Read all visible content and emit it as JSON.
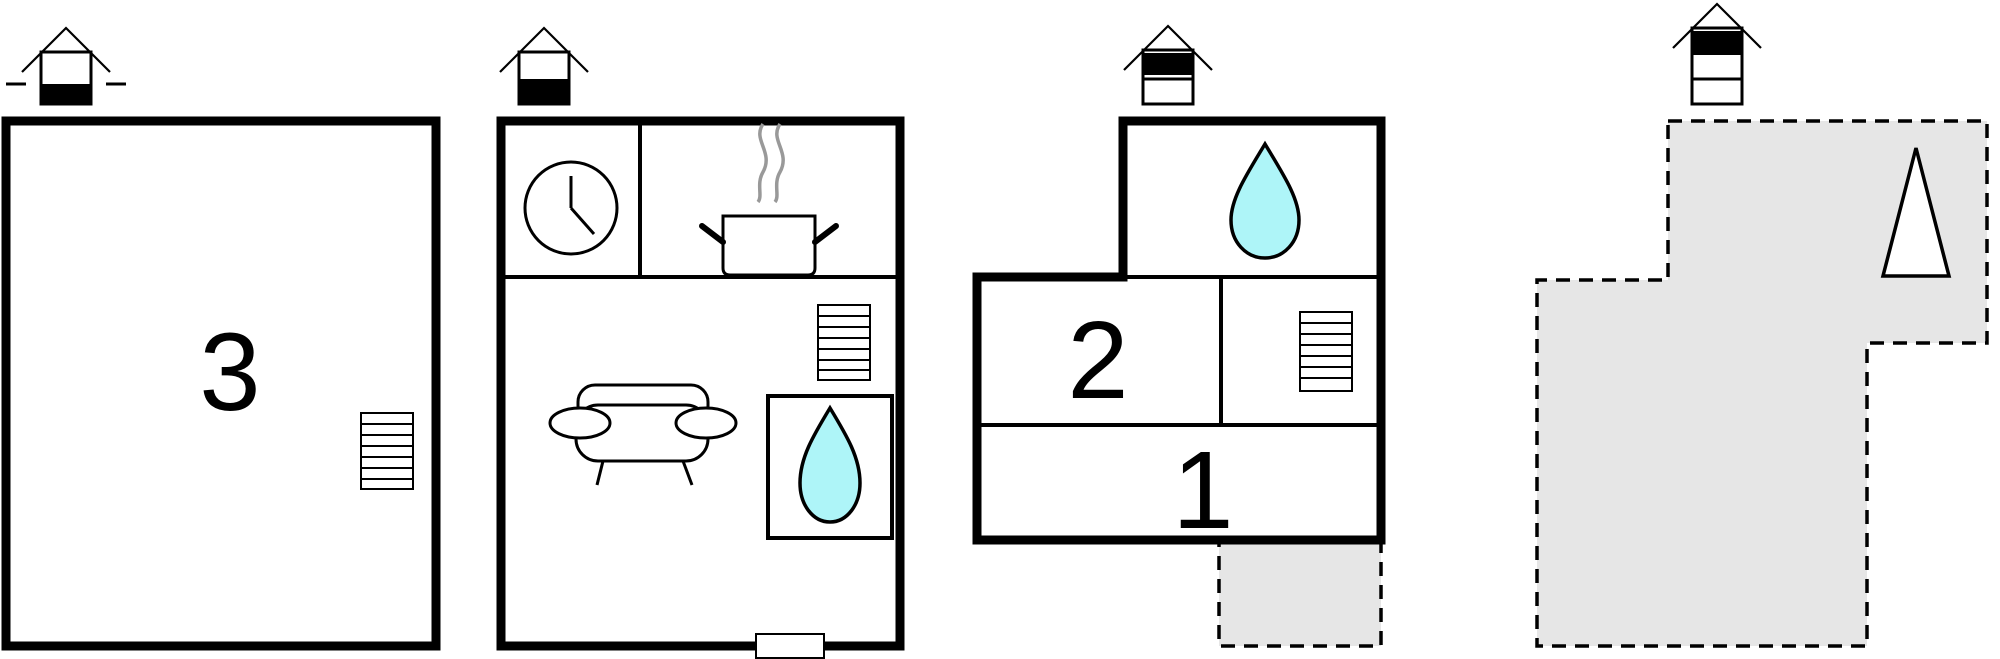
{
  "floors": [
    {
      "id": "floor-3",
      "room_labels": [
        "3"
      ],
      "level_indicator": "top-floor-house-icon"
    },
    {
      "id": "floor-ground",
      "room_labels": [],
      "level_indicator": "ground-floor-house-icon",
      "features": [
        "clock-icon",
        "cooking-pot-icon",
        "staircase-icon",
        "sofa-icon",
        "water-drop-icon",
        "door-icon"
      ]
    },
    {
      "id": "floor-basement-1",
      "room_labels": [
        "2",
        "1"
      ],
      "level_indicator": "basement-1-house-icon",
      "features": [
        "water-drop-icon",
        "staircase-icon"
      ]
    },
    {
      "id": "floor-outdoor",
      "room_labels": [],
      "level_indicator": "basement-2-house-icon",
      "features": [
        "tree-icon"
      ]
    }
  ],
  "colors": {
    "wall": "#000000",
    "water": "#aef5f8",
    "outdoor": "#e6e6e6",
    "steam": "#999999"
  }
}
